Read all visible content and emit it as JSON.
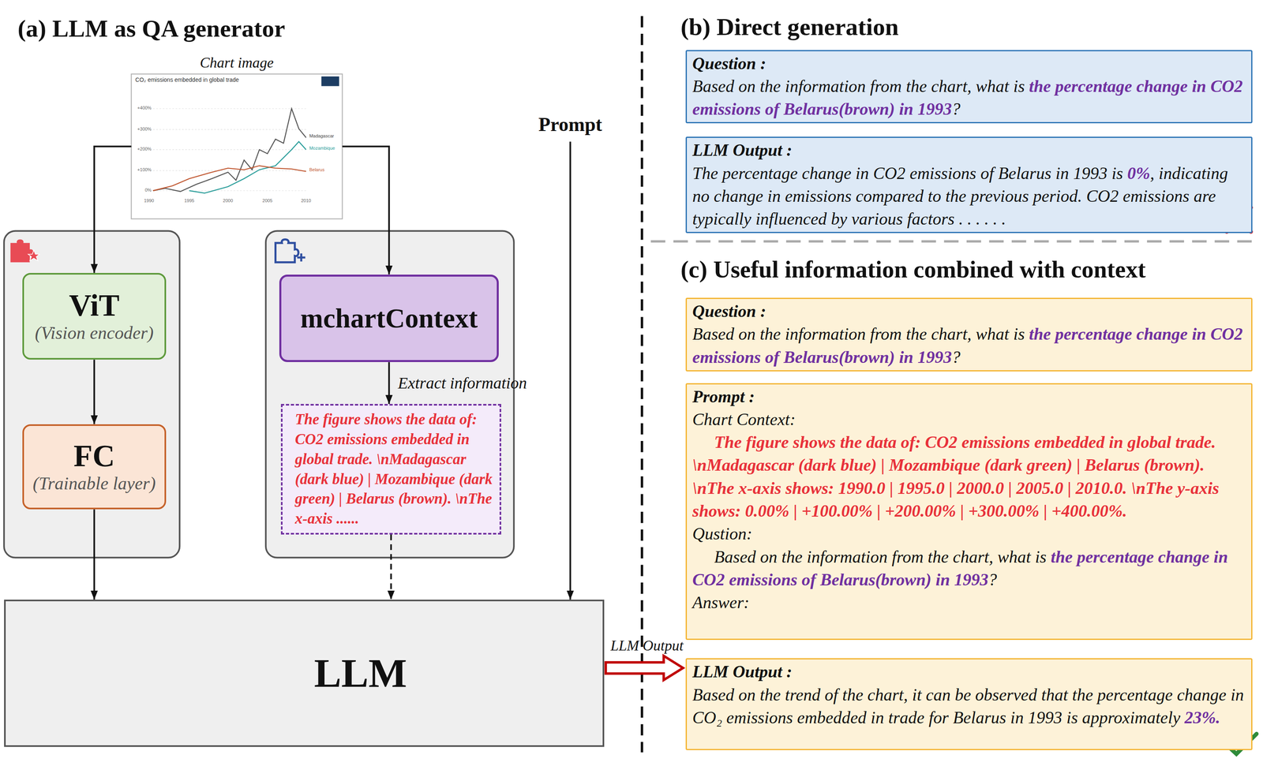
{
  "diagram": {
    "nodes": [
      {
        "text": [
          "Chart image"
        ]
      },
      {
        "text": [
          "ViT",
          "(Vision encoder)"
        ]
      },
      {
        "text": [
          "FC",
          "(Trainable layer)"
        ]
      },
      {
        "text": [
          "mchartContext"
        ]
      },
      {
        "text": [
          "The figure shows the data of: CO2 emissions embedded in global trade. \\nMadagascar (dark blue) | Mozambique (dark green) | Belarus (brown). \\nThe x-axis ......"
        ]
      },
      {
        "text": [
          "Prompt"
        ]
      },
      {
        "text": [
          "LLM"
        ]
      },
      {
        "text": [
          "Question :",
          "Based on the information from the chart, what is",
          "the percentage change in CO2 emissions of Belarus(brown) in 1993",
          "?"
        ]
      },
      {
        "text": [
          "LLM Output :",
          "The percentage change in CO2 emissions of Belarus in 1993 is",
          "0%",
          ", indicating no change in emissions compared to the previous period. CO2 emissions are typically influenced by various factors . . . . . ."
        ]
      },
      {
        "text": [
          "Question :",
          "Based on the information from the chart, what is",
          "the percentage change in CO2 emissions of Belarus(brown) in 1993",
          "?"
        ]
      },
      {
        "text": [
          "Prompt :",
          "Chart Context:",
          "The figure shows the data of: CO2 emissions embedded in global trade. \\nMadagascar (dark blue) | Mozambique (dark green) | Belarus (brown). \\nThe x-axis shows: 1990.0 | 1995.0 | 2000.0 | 2005.0 | 2010.0. \\nThe y-axis shows: 0.00% | +100.00% | +200.00% | +300.00% | +400.00%.",
          "Qustion:",
          "Based on the information from the chart, what is",
          "the percentage change in CO2 emissions of Belarus(brown) in 1993",
          "?",
          "Answer:"
        ]
      },
      {
        "text": [
          "LLM Output :",
          "Based on the trend of the chart, it can be observed that the percentage change in CO₂ emissions embedded in trade for Belarus in 1993 is approximately",
          "23%."
        ]
      }
    ],
    "edges": [
      {
        "from": 0,
        "to": 1,
        "arrow": "to"
      },
      {
        "from": 0,
        "to": 3,
        "arrow": "to"
      },
      {
        "from": 1,
        "to": 2,
        "arrow": "to"
      },
      {
        "from": 3,
        "to": 4,
        "label": "Extract information",
        "arrow": "to"
      },
      {
        "from": 2,
        "to": 6,
        "arrow": "to"
      },
      {
        "from": 4,
        "to": 6,
        "arrow": "to"
      },
      {
        "from": 5,
        "to": 6,
        "arrow": "to"
      },
      {
        "from": 6,
        "to": 11,
        "label": "LLM Output",
        "arrow": "to"
      }
    ],
    "labels": [
      "(a) LLM as QA generator",
      "(b) Direct generation",
      "(c) Useful information combined with context",
      "CO₂ emissions embedded in global trade",
      "+400%",
      "+300%",
      "+200%",
      "+100%",
      "0%",
      "1990",
      "1995",
      "2000",
      "2005",
      "2010",
      "Madagascar",
      "Mozambique",
      "Belarus"
    ]
  }
}
